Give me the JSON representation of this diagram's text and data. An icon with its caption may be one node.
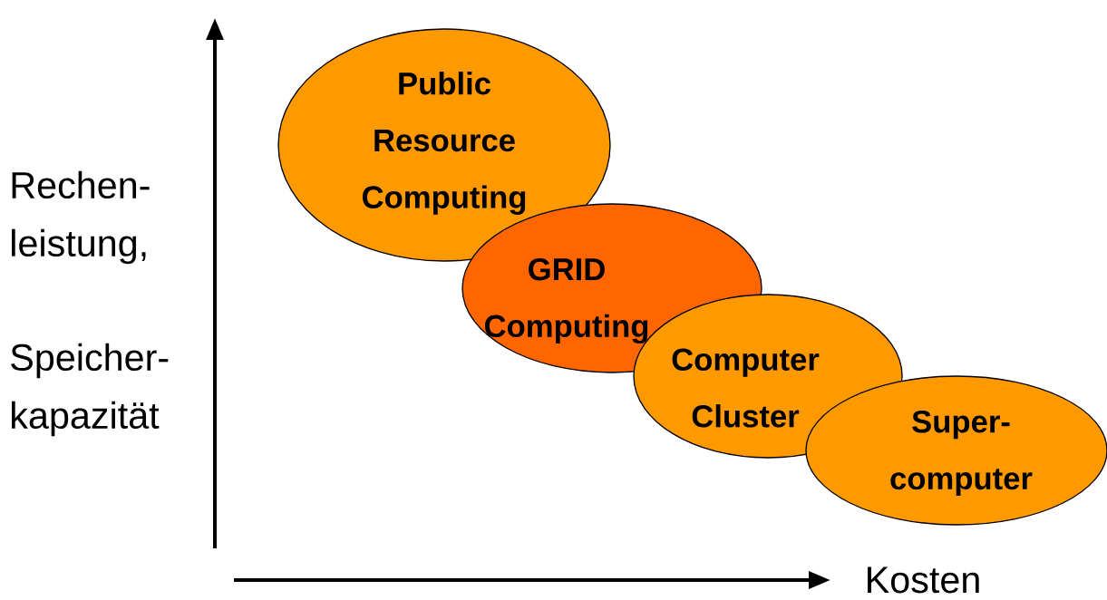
{
  "diagram": {
    "nodes": [
      {
        "text": [
          "Public Resource Computing"
        ]
      },
      {
        "text": [
          "GRID Computing"
        ]
      },
      {
        "text": [
          "Computer Cluster"
        ]
      },
      {
        "text": [
          "Super- computer"
        ]
      }
    ],
    "labels": [
      "Rechen- leistung,",
      "Speicher- kapazität",
      "Kosten"
    ]
  }
}
